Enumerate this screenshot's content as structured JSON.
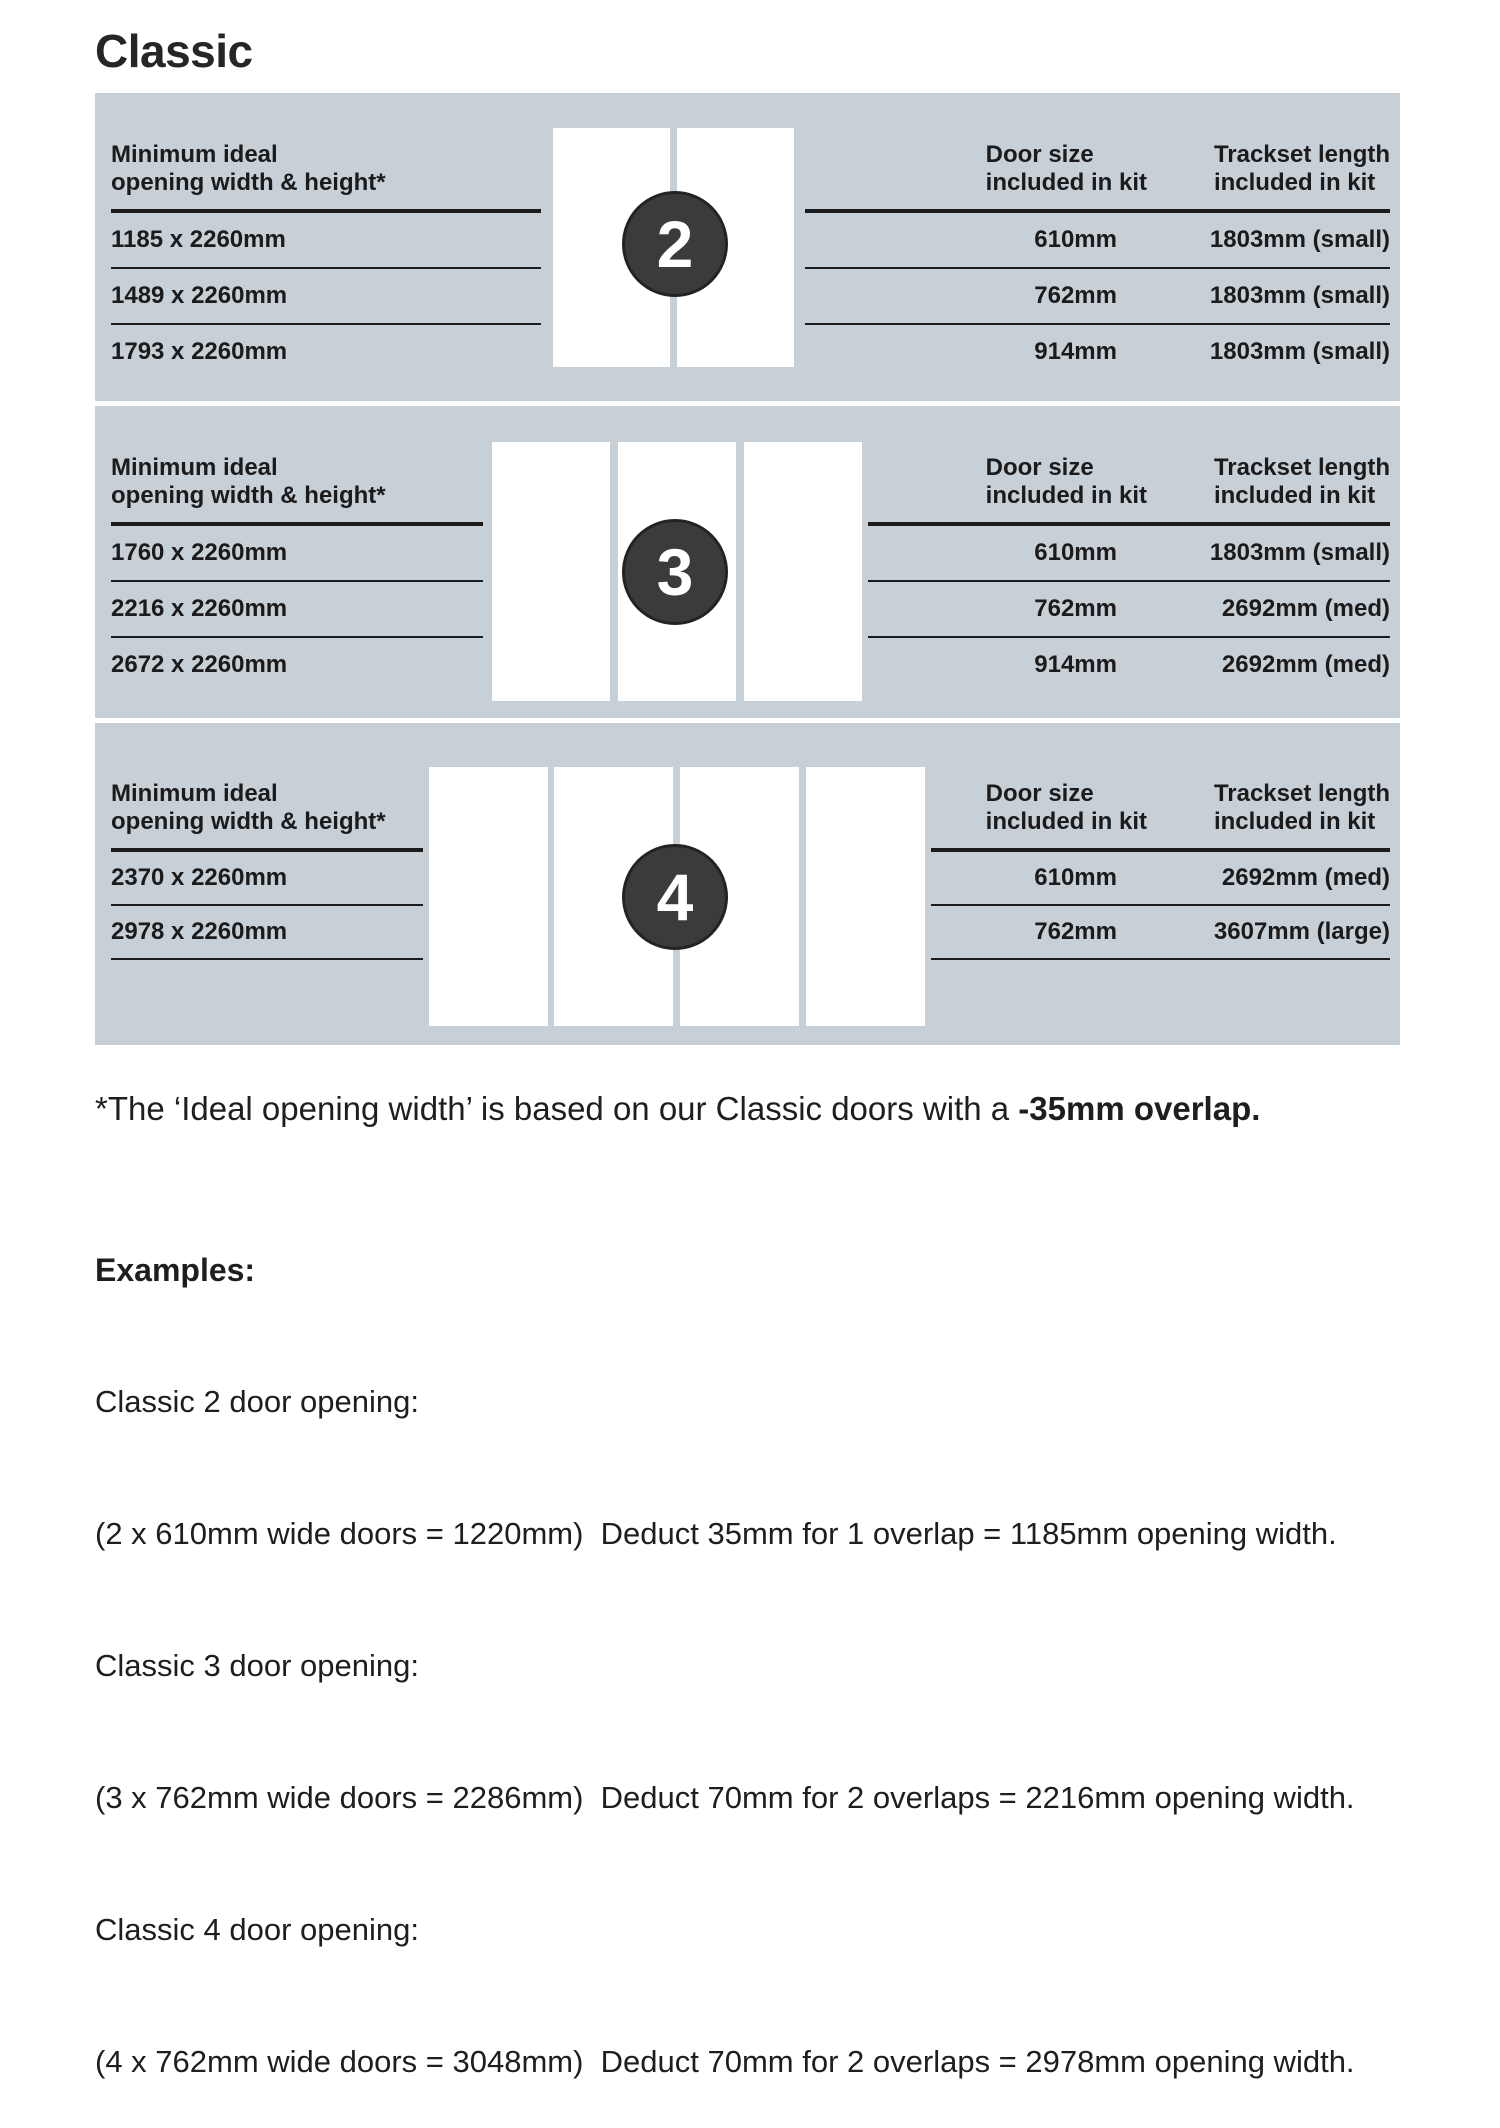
{
  "page": {
    "title": "Classic"
  },
  "colors": {
    "panel_bg": "#c7cfd7",
    "badge_bg": "#3b3b39",
    "line": "#1b1b1b",
    "text": "#1e1e1e",
    "door_fill": "#ffffff"
  },
  "table_headers": {
    "opening_l1": "Minimum ideal",
    "opening_l2": "opening width & height*",
    "door_l1": "Door size",
    "door_l2": "included in kit",
    "track_l1": "Trackset length",
    "track_l2": "included in kit"
  },
  "sections": [
    {
      "badge": "2",
      "door_count": 2,
      "rows": [
        {
          "opening": "1185 x 2260mm",
          "door": "610mm",
          "track": "1803mm (small)"
        },
        {
          "opening": "1489 x 2260mm",
          "door": "762mm",
          "track": "1803mm (small)"
        },
        {
          "opening": "1793 x 2260mm",
          "door": "914mm",
          "track": "1803mm (small)"
        }
      ]
    },
    {
      "badge": "3",
      "door_count": 3,
      "rows": [
        {
          "opening": "1760 x 2260mm",
          "door": "610mm",
          "track": "1803mm (small)"
        },
        {
          "opening": "2216 x 2260mm",
          "door": "762mm",
          "track": "2692mm (med)"
        },
        {
          "opening": "2672 x 2260mm",
          "door": "914mm",
          "track": "2692mm (med)"
        }
      ]
    },
    {
      "badge": "4",
      "door_count": 4,
      "rows": [
        {
          "opening": "2370 x 2260mm",
          "door": "610mm",
          "track": "2692mm (med)"
        },
        {
          "opening": "2978 x 2260mm",
          "door": "762mm",
          "track": "3607mm (large)"
        }
      ]
    }
  ],
  "footnote": {
    "prefix": "*The ‘Ideal opening width’ is based on our Classic doors with a ",
    "bold": "-35mm overlap."
  },
  "examples": {
    "heading": "Examples:",
    "items": [
      {
        "label": "Classic 2 door opening:",
        "detail": "(2 x 610mm wide doors = 1220mm)  Deduct 35mm for 1 overlap = 1185mm opening width."
      },
      {
        "label": "Classic 3 door opening:",
        "detail": "(3 x 762mm wide doors = 2286mm)  Deduct 70mm for 2 overlaps = 2216mm opening width."
      },
      {
        "label": "Classic 4 door opening:",
        "detail": "(4 x 762mm wide doors = 3048mm)  Deduct 70mm for 2 overlaps = 2978mm opening width."
      }
    ]
  }
}
